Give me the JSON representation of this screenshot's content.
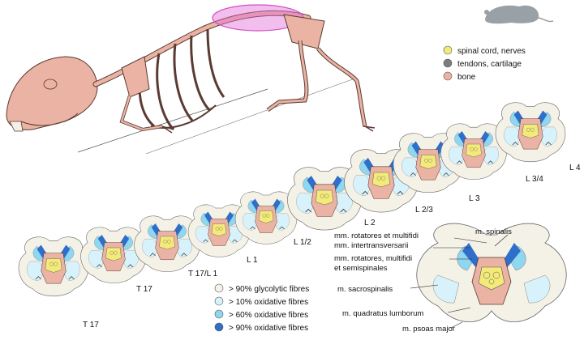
{
  "legend_tissue": [
    {
      "label": "spinal cord, nerves",
      "color": "#f3ea7a"
    },
    {
      "label": "tendons, cartilage",
      "color": "#7c7c7c"
    },
    {
      "label": "bone",
      "color": "#eab3a3"
    }
  ],
  "legend_fibres": [
    {
      "label": "> 90% glycolytic fibres",
      "color": "#f4f1e6"
    },
    {
      "label": "> 10% oxidative fibres",
      "color": "#d8f2fb"
    },
    {
      "label": "> 60% oxidative fibres",
      "color": "#8fd6f0"
    },
    {
      "label": "> 90% oxidative fibres",
      "color": "#2f6ec9"
    }
  ],
  "levels": [
    "T 17",
    "T 17",
    "T 17/L 1",
    "L 1",
    "L 1/2",
    "L 2",
    "L 2/3",
    "L 3",
    "L 3/4",
    "L 4"
  ],
  "muscles": [
    "m. spinalis",
    "mm. rotatores et multifidi",
    "mm. intertransversarii",
    "mm. rotatores, multifidi",
    "et semispinales",
    "m. sacrospinalis",
    "m. quadratus lumborum",
    "m. psoas major"
  ],
  "colors": {
    "bone": "#eab3a3",
    "bone_outline": "#5a3b33",
    "highlight": "#e36fd6",
    "mouse_icon": "#9aa1a6"
  }
}
